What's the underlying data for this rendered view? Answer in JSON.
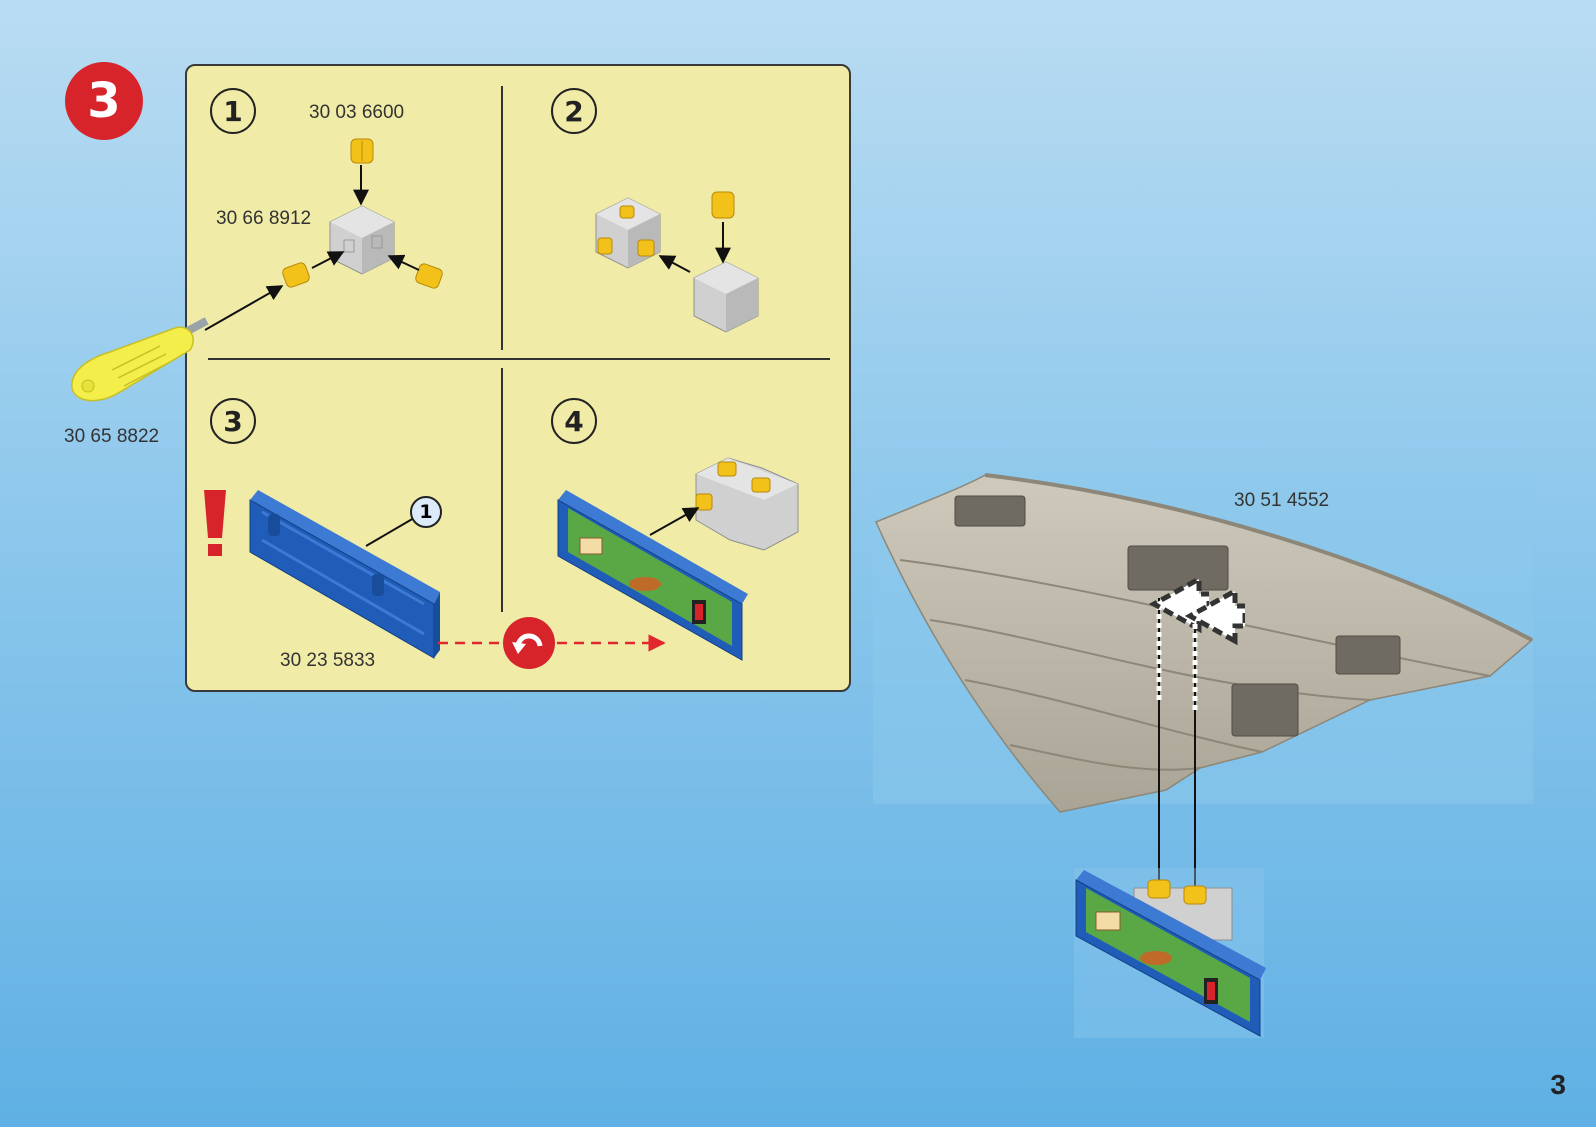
{
  "step": {
    "number": "3"
  },
  "substeps": [
    "1",
    "2",
    "3",
    "4"
  ],
  "callout": "1",
  "parts": {
    "pin": "30 03 6600",
    "cube": "30 66 8912",
    "tool": "30 65 8822",
    "sign_plate": "30 23 5833",
    "roof": "30 51 4552"
  },
  "page": {
    "number": "3"
  },
  "icons": [
    "warning-exclamation-icon",
    "rotate-flip-icon"
  ],
  "colors": {
    "step_badge": "#d7242b",
    "panel": "#f1eba8",
    "sign_blue": "#1f5db8",
    "sign_green": "#5aa845",
    "pin_yellow": "#f2c21b",
    "tool_yellow": "#f3ee4a",
    "cube_gray": "#cfd0cf",
    "roof_gray": "#b7b3a6"
  }
}
